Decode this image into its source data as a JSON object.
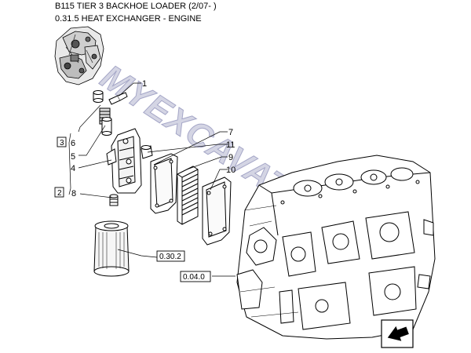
{
  "header": {
    "title": "B115 TIER 3 BACKHOE LOADER (2/07- )",
    "subtitle": "0.31.5 HEAT EXCHANGER - ENGINE"
  },
  "callouts": [
    "1",
    "7",
    "11",
    "9",
    "10",
    "6",
    "5",
    "4",
    "8"
  ],
  "group_boxes": [
    "3",
    "2"
  ],
  "references": [
    "0.30.2",
    "0.04.0"
  ],
  "watermark": "MYEXCAVATOR.RU",
  "colors": {
    "line": "#000000",
    "watermark": "#2a2f7a",
    "background": "#ffffff"
  },
  "icons": [
    "engine-thumbnail-icon",
    "next-page-arrow-icon"
  ]
}
